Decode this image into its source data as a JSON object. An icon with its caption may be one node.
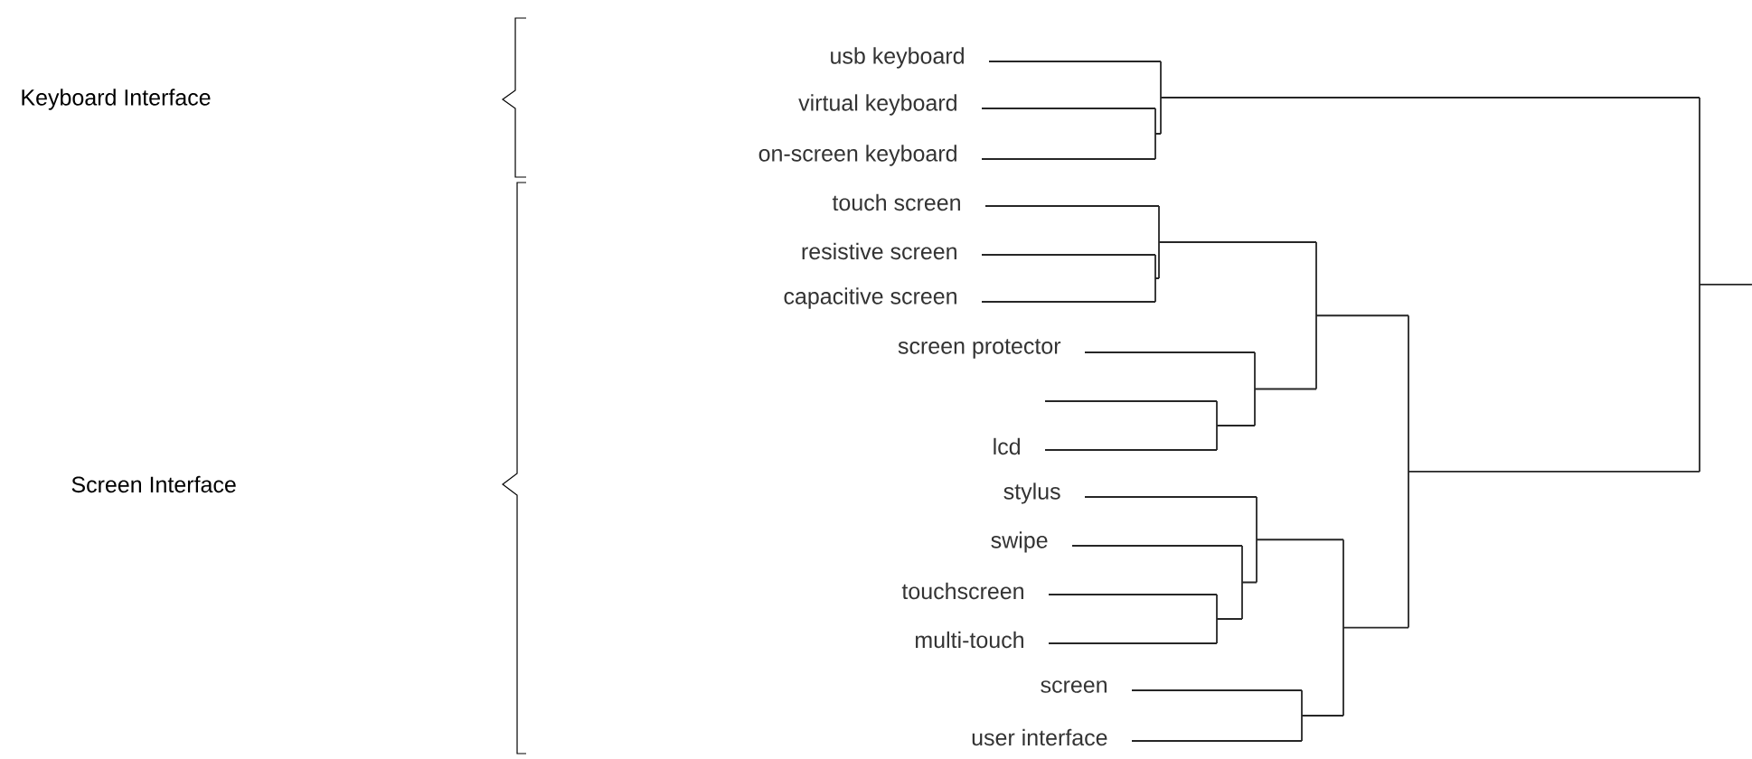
{
  "diagram": {
    "labels": [
      "Keyboard Interface",
      "Screen Interface",
      "usb keyboard",
      "virtual keyboard",
      "on-screen keyboard",
      "touch screen",
      "resistive screen",
      "capacitive screen",
      "screen protector",
      "lcd",
      "stylus",
      "swipe",
      "touchscreen",
      "multi-touch",
      "screen",
      "user interface"
    ]
  }
}
